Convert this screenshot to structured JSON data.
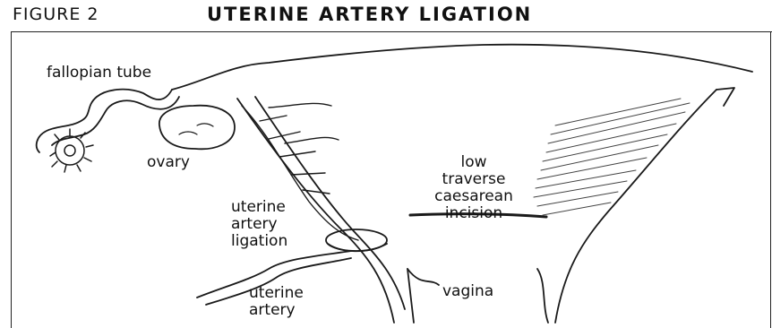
{
  "figure": {
    "number": "FIGURE 2",
    "title": "UTERINE ARTERY LIGATION"
  },
  "labels": {
    "fallopian_tube": "fallopian tube",
    "ovary": "ovary",
    "incision": "low\ntraverse\ncaesarean\nincision",
    "ligation": "uterine\nartery\nligation",
    "vagina": "vagina",
    "uterine_artery": "uterine\nartery"
  },
  "colors": {
    "line": "#1a1a1a",
    "background": "#ffffff"
  }
}
